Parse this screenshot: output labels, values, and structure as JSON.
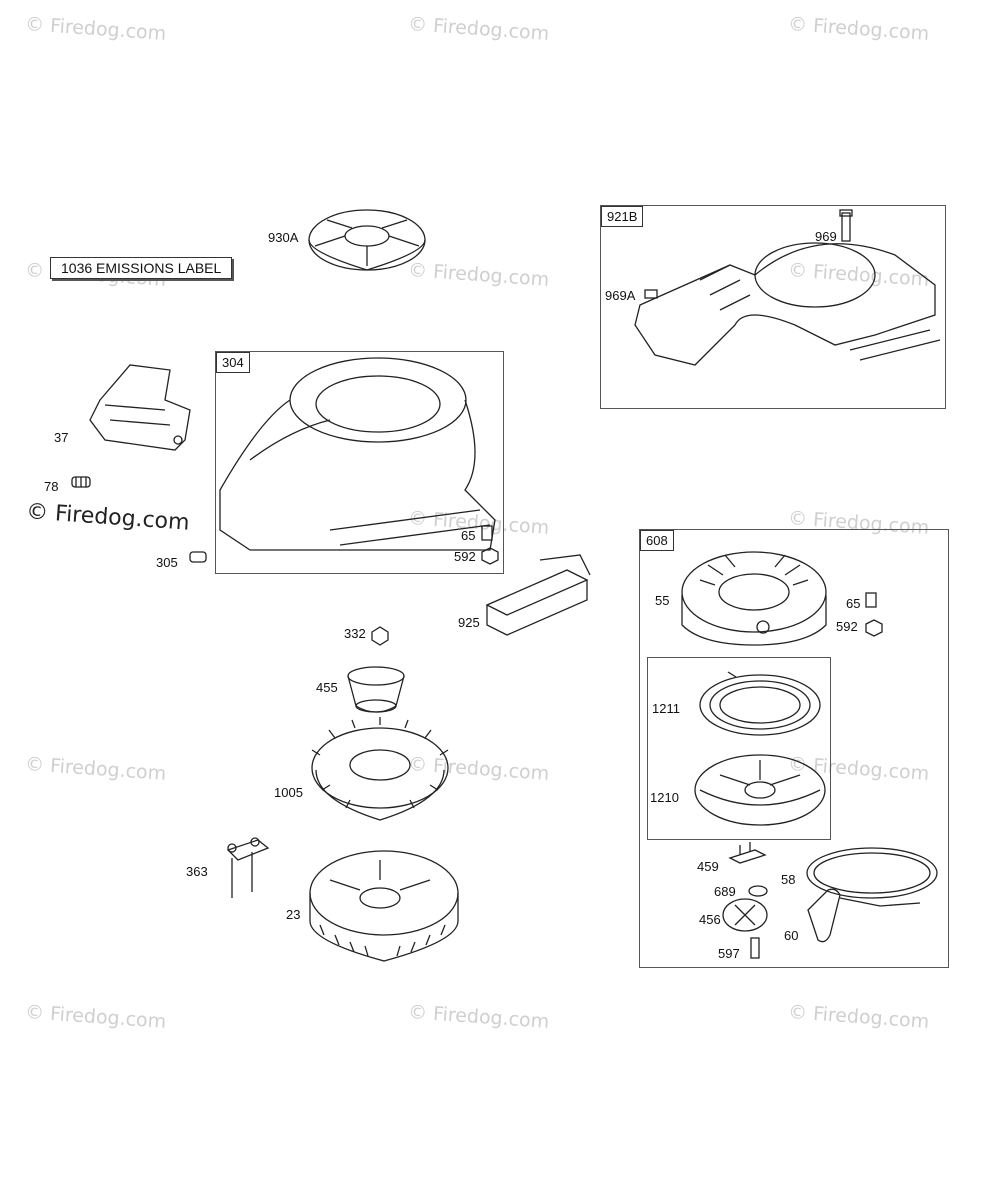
{
  "watermark": "© Firedog.com",
  "emissions_label": "1036 EMISSIONS LABEL",
  "groups": {
    "g304": "304",
    "g921b": "921B",
    "g608": "608"
  },
  "parts": {
    "p930a": "930A",
    "p37": "37",
    "p78": "78",
    "p305": "305",
    "p65a": "65",
    "p592a": "592",
    "p925": "925",
    "p332": "332",
    "p455": "455",
    "p1005": "1005",
    "p363": "363",
    "p23": "23",
    "p969": "969",
    "p969a": "969A",
    "p55": "55",
    "p65b": "65",
    "p592b": "592",
    "p1211": "1211",
    "p1210": "1210",
    "p459": "459",
    "p689": "689",
    "p58": "58",
    "p456": "456",
    "p60": "60",
    "p597": "597"
  }
}
